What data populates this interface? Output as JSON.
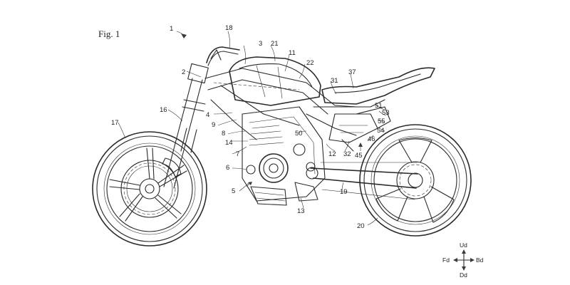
{
  "figure": {
    "title": "Fig. 1",
    "labels": [
      {
        "id": "1",
        "text": "1"
      },
      {
        "id": "2",
        "text": "2"
      },
      {
        "id": "3",
        "text": "3"
      },
      {
        "id": "4",
        "text": "4"
      },
      {
        "id": "5",
        "text": "5"
      },
      {
        "id": "6",
        "text": "6"
      },
      {
        "id": "7",
        "text": "7"
      },
      {
        "id": "8",
        "text": "8"
      },
      {
        "id": "9",
        "text": "9"
      },
      {
        "id": "11",
        "text": "11"
      },
      {
        "id": "12",
        "text": "12"
      },
      {
        "id": "13",
        "text": "13"
      },
      {
        "id": "14",
        "text": "14"
      },
      {
        "id": "16",
        "text": "16"
      },
      {
        "id": "17",
        "text": "17"
      },
      {
        "id": "18",
        "text": "18"
      },
      {
        "id": "19",
        "text": "19"
      },
      {
        "id": "20",
        "text": "20"
      },
      {
        "id": "21",
        "text": "21"
      },
      {
        "id": "22",
        "text": "22"
      },
      {
        "id": "31",
        "text": "31"
      },
      {
        "id": "32",
        "text": "32"
      },
      {
        "id": "37",
        "text": "37"
      },
      {
        "id": "45",
        "text": "45"
      },
      {
        "id": "46",
        "text": "46"
      },
      {
        "id": "50",
        "text": "50"
      },
      {
        "id": "51",
        "text": "51"
      },
      {
        "id": "53",
        "text": "53"
      },
      {
        "id": "54",
        "text": "54"
      },
      {
        "id": "55",
        "text": "55"
      }
    ],
    "directions": {
      "up": "Ud",
      "down": "Dd",
      "front": "Fd",
      "back": "Bd"
    }
  }
}
